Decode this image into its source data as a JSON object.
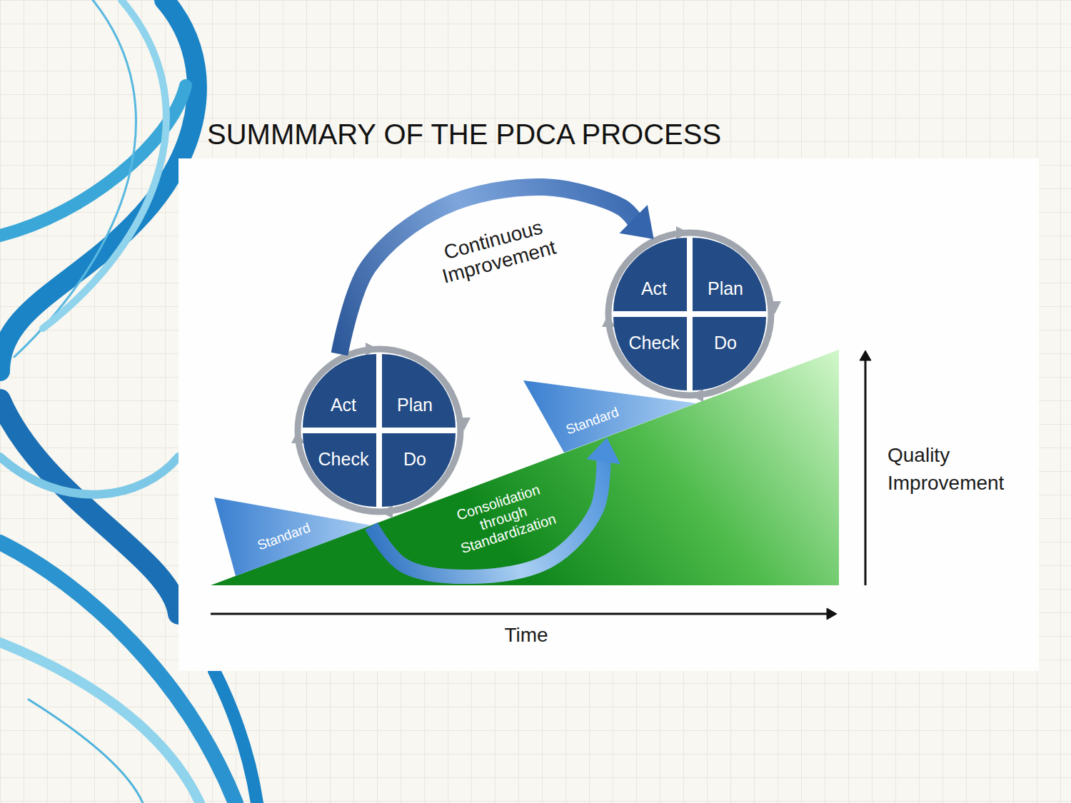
{
  "diagram": {
    "title": "SUMMMARY OF THE PDCA PROCESS",
    "nodes": [
      {
        "text": [
          "Act"
        ]
      },
      {
        "text": [
          "Plan"
        ]
      },
      {
        "text": [
          "Check"
        ]
      },
      {
        "text": [
          "Do"
        ]
      },
      {
        "text": [
          "Act"
        ]
      },
      {
        "text": [
          "Plan"
        ]
      },
      {
        "text": [
          "Check"
        ]
      },
      {
        "text": [
          "Do"
        ]
      },
      {
        "text": [
          "Standard"
        ]
      },
      {
        "text": [
          "Standard"
        ]
      }
    ],
    "edges": [
      {
        "from": 0,
        "to": 4,
        "arrow": "to",
        "label": "Continuous Improvement"
      },
      {
        "from": 8,
        "to": 9,
        "arrow": "to",
        "label": "Consolidation through Standardization"
      }
    ],
    "labels": [
      "Time",
      "Quality Improvement"
    ]
  }
}
